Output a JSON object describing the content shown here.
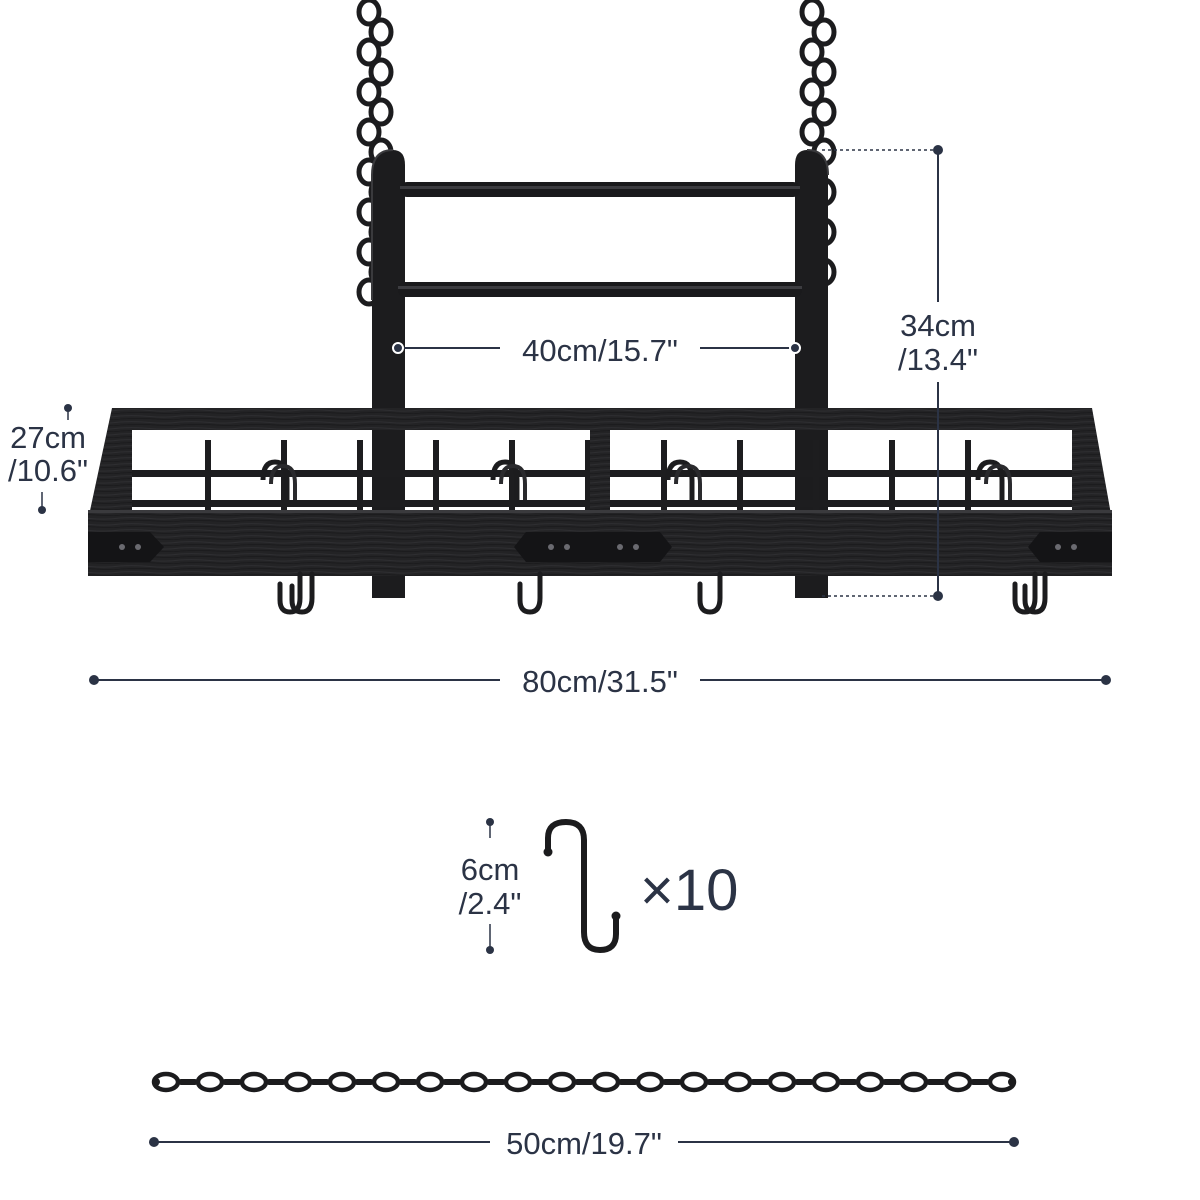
{
  "dimensions": {
    "inner_width": "40cm/15.7\"",
    "height_cm": "34cm",
    "height_in": "/13.4\"",
    "depth_cm": "27cm",
    "depth_in": "/10.6\"",
    "total_width": "80cm/31.5\""
  },
  "hook": {
    "length_cm": "6cm",
    "length_in": "/2.4\"",
    "quantity": "×10"
  },
  "chain": {
    "length": "50cm/19.7\""
  },
  "colors": {
    "product": "#1c1c1e",
    "wood": "#222224",
    "dimension_line": "#2b3345",
    "background": "#ffffff"
  }
}
